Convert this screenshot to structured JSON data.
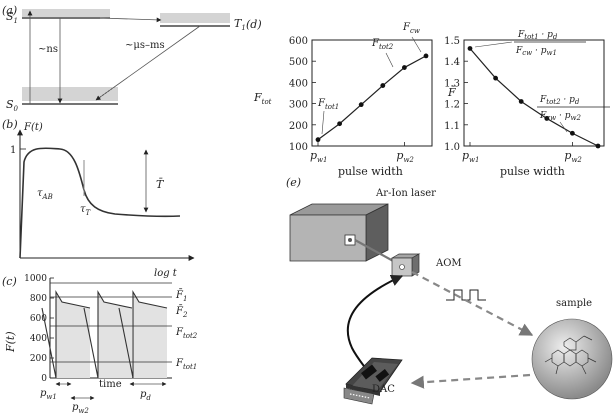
{
  "panel_a": {
    "label": "(a)",
    "s1": "S",
    "s1_sub": "1",
    "s0": "S",
    "s0_sub": "0",
    "t1": "T",
    "t1_sub": "1",
    "ns": "~ns",
    "us_ms": "~μs–ms"
  },
  "panel_b": {
    "label": "(b)",
    "yfunc": "F(t)",
    "one": "1",
    "tau_ab": "τ",
    "tau_ab_sub": "AB",
    "tau_t": "τ",
    "tau_t_sub": "T",
    "tbar": "T̄",
    "xlabel": "log t"
  },
  "panel_c": {
    "label": "(c)",
    "ylabel": "F(t)",
    "yticks": [
      "1000",
      "800",
      "600",
      "400",
      "200",
      "0"
    ],
    "f1": "F̄",
    "f1_sub": "1",
    "f2": "F̄",
    "f2_sub": "2",
    "ftot2": "F",
    "ftot2_sub": "tot2",
    "ftot1": "F",
    "ftot1_sub": "tot1",
    "pw1": "p",
    "pw1_sub": "w1",
    "pw2": "p",
    "pw2_sub": "w2",
    "time": "time",
    "pd": "p",
    "pd_sub": "d"
  },
  "panel_d": {
    "label": "(d)",
    "left_ylabel": "F",
    "left_ylabel_sub": "tot",
    "right_ylabel": "F̄",
    "xlabel": "pulse width",
    "left_yticks": [
      "600",
      "500",
      "400",
      "300",
      "200",
      "100"
    ],
    "right_yticks": [
      "1.5",
      "1.4",
      "1.3",
      "1.2",
      "1.1",
      "1.0"
    ],
    "x_pw1": "p",
    "x_pw1_sub": "w1",
    "x_pw2": "p",
    "x_pw2_sub": "w2",
    "ann_ftot1": "F",
    "ann_ftot1_sub": "tot1",
    "ann_ftot2": "F",
    "ann_ftot2_sub": "tot2",
    "ann_fcw": "F",
    "ann_fcw_sub": "cw",
    "frac1_num": "F",
    "frac1_num_sub": "tot1",
    "frac1_num_mid": " · p",
    "frac1_num_sub2": "d",
    "frac1_den": "F",
    "frac1_den_sub": "cw",
    "frac1_den_mid": " · p",
    "frac1_den_sub2": "w1",
    "frac2_num": "F",
    "frac2_num_sub": "tot2",
    "frac2_num_mid": " · p",
    "frac2_num_sub2": "d",
    "frac2_den": "F",
    "frac2_den_sub": "cw",
    "frac2_den_mid": " · p",
    "frac2_den_sub2": "w2"
  },
  "panel_e": {
    "label": "(e)",
    "laser": "Ar-Ion laser",
    "aom": "AOM",
    "dac": "DAC",
    "sample": "sample"
  },
  "chart_data": [
    {
      "type": "line",
      "title": "",
      "xlabel": "pulse width",
      "ylabel": "Ftot",
      "ylim": [
        100,
        600
      ],
      "series": [
        {
          "values": [
            [
              1,
              130
            ],
            [
              2,
              205
            ],
            [
              3,
              295
            ],
            [
              4,
              385
            ],
            [
              5,
              470
            ],
            [
              6,
              525
            ]
          ]
        }
      ]
    },
    {
      "type": "line",
      "title": "",
      "xlabel": "pulse width",
      "ylabel": "F̄",
      "ylim": [
        1.0,
        1.5
      ],
      "series": [
        {
          "values": [
            [
              1,
              1.46
            ],
            [
              2,
              1.32
            ],
            [
              3,
              1.21
            ],
            [
              4,
              1.13
            ],
            [
              5,
              1.06
            ],
            [
              6,
              1.0
            ]
          ]
        }
      ]
    }
  ]
}
